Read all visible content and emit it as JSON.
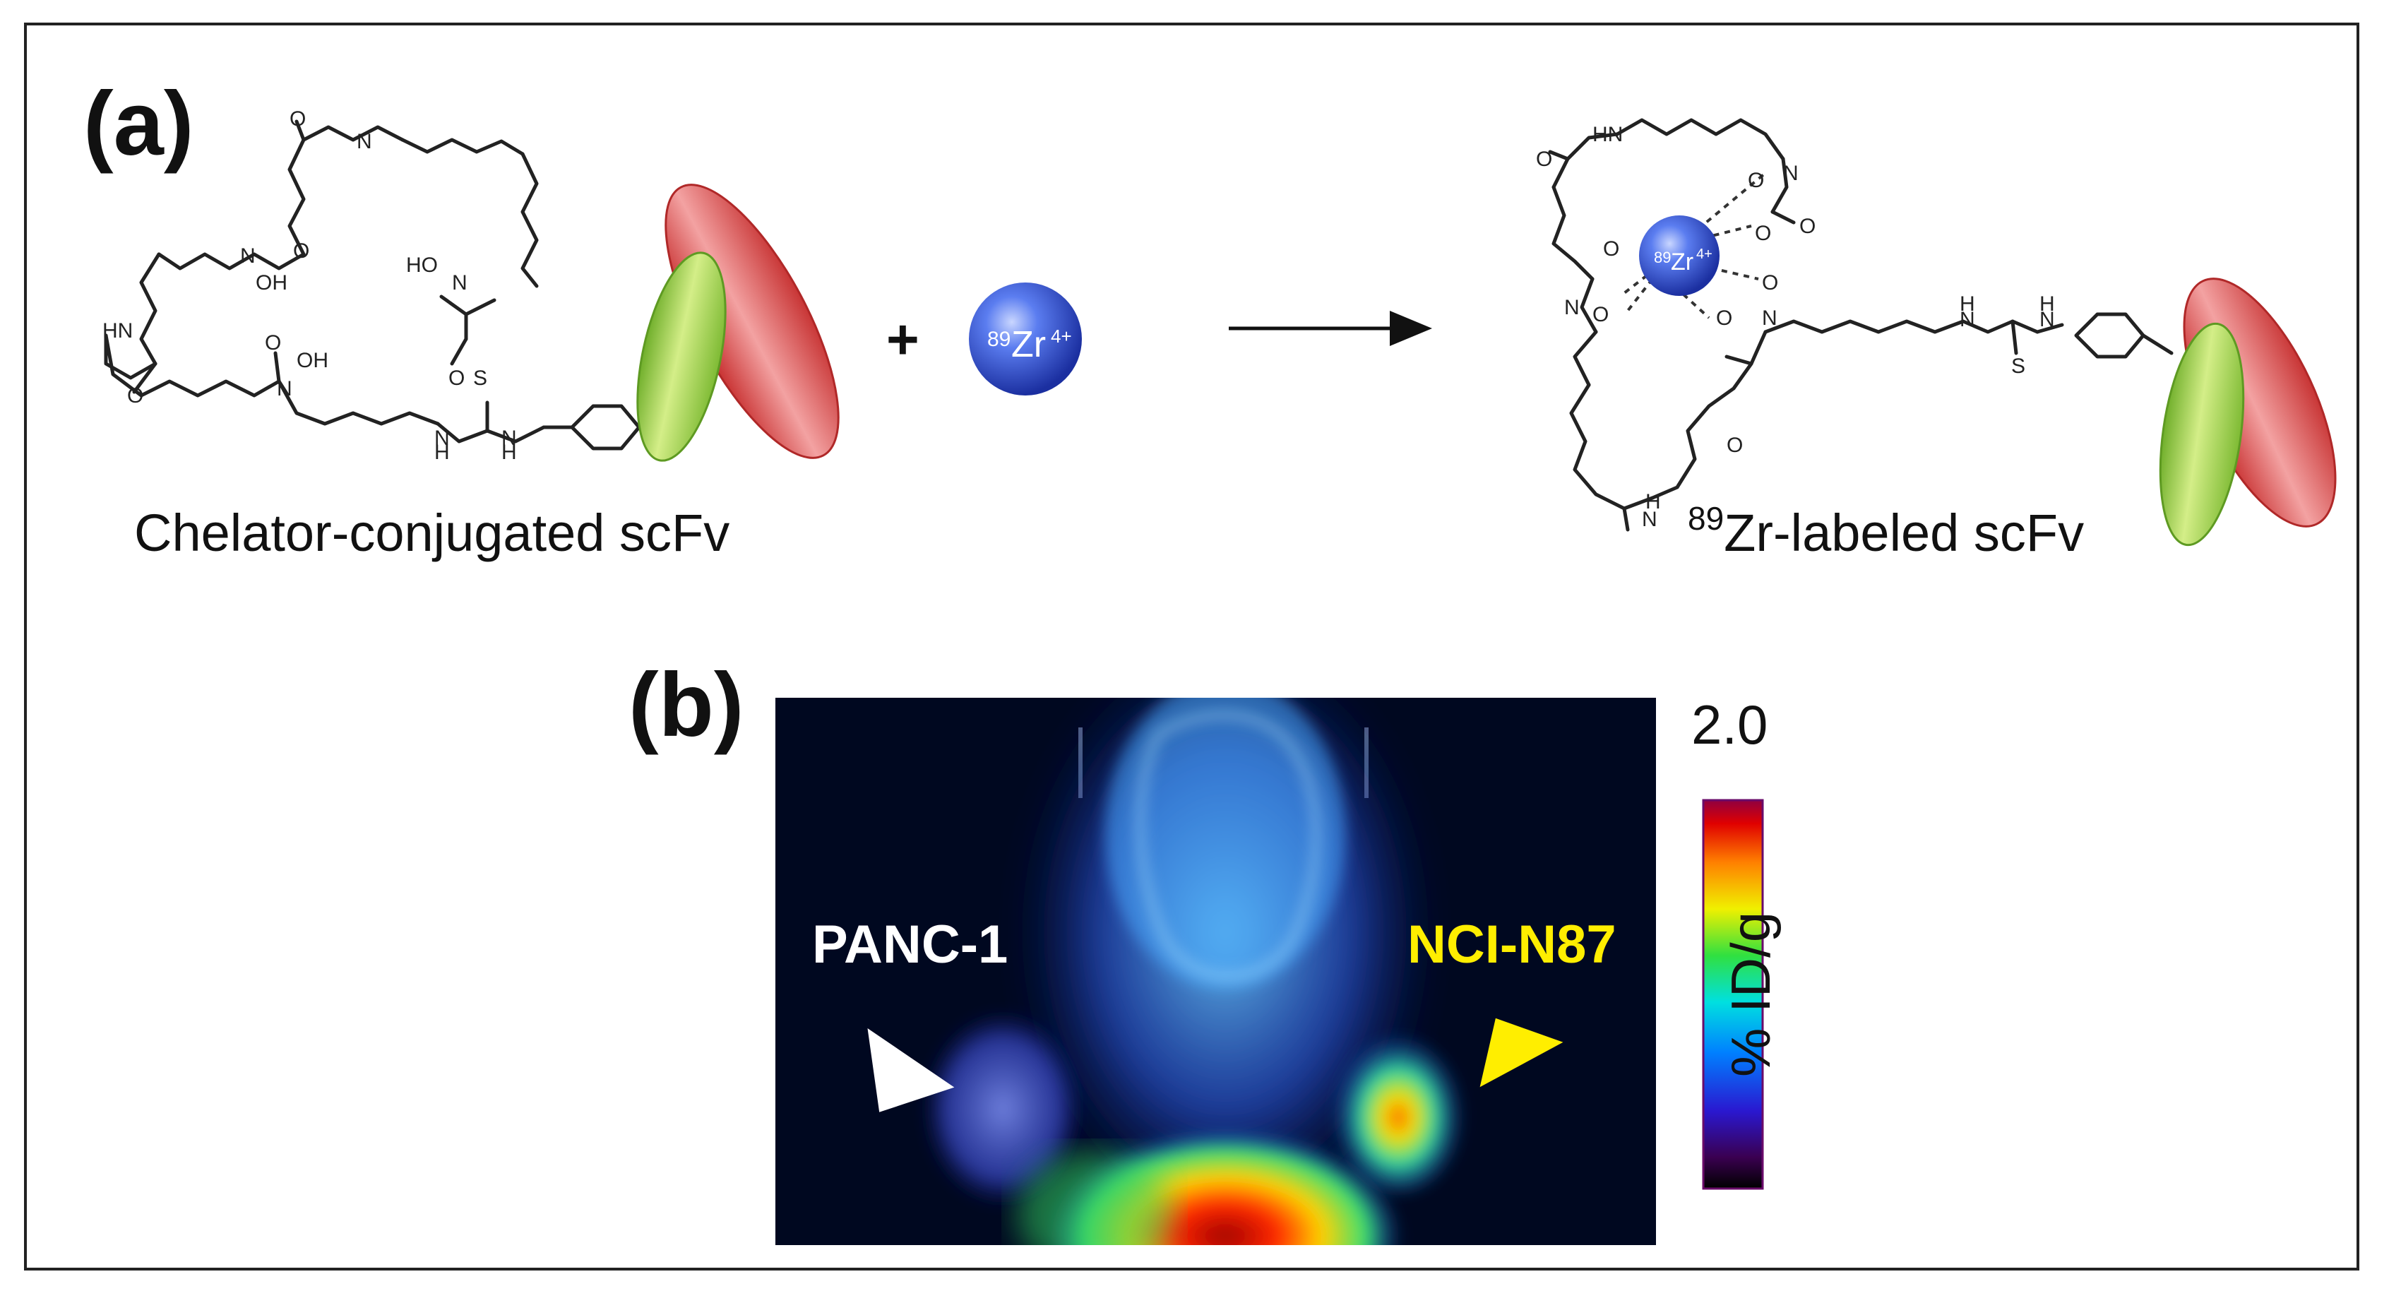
{
  "panel_a": {
    "label": "(a)",
    "left_caption": "Chelator-conjugated scFv",
    "right_caption_sup": "89",
    "right_caption_main": "Zr-labeled scFv",
    "plus": "+",
    "ion_mass": "89",
    "ion_symbol": "Zr",
    "ion_charge": "4+"
  },
  "panel_b": {
    "label": "(b)",
    "left_tumor": "PANC-1",
    "right_tumor": "NCI-N87",
    "colorbar_max": "2.0",
    "colorbar_unit": "% ID/g"
  },
  "colors": {
    "scfv_green": "#9ccc4a",
    "scfv_red": "#e04848",
    "zr_blue": "#3a5fd8",
    "right_tumor_label": "#ffee00",
    "left_tumor_label": "#ffffff",
    "pet_background": "#000820"
  }
}
